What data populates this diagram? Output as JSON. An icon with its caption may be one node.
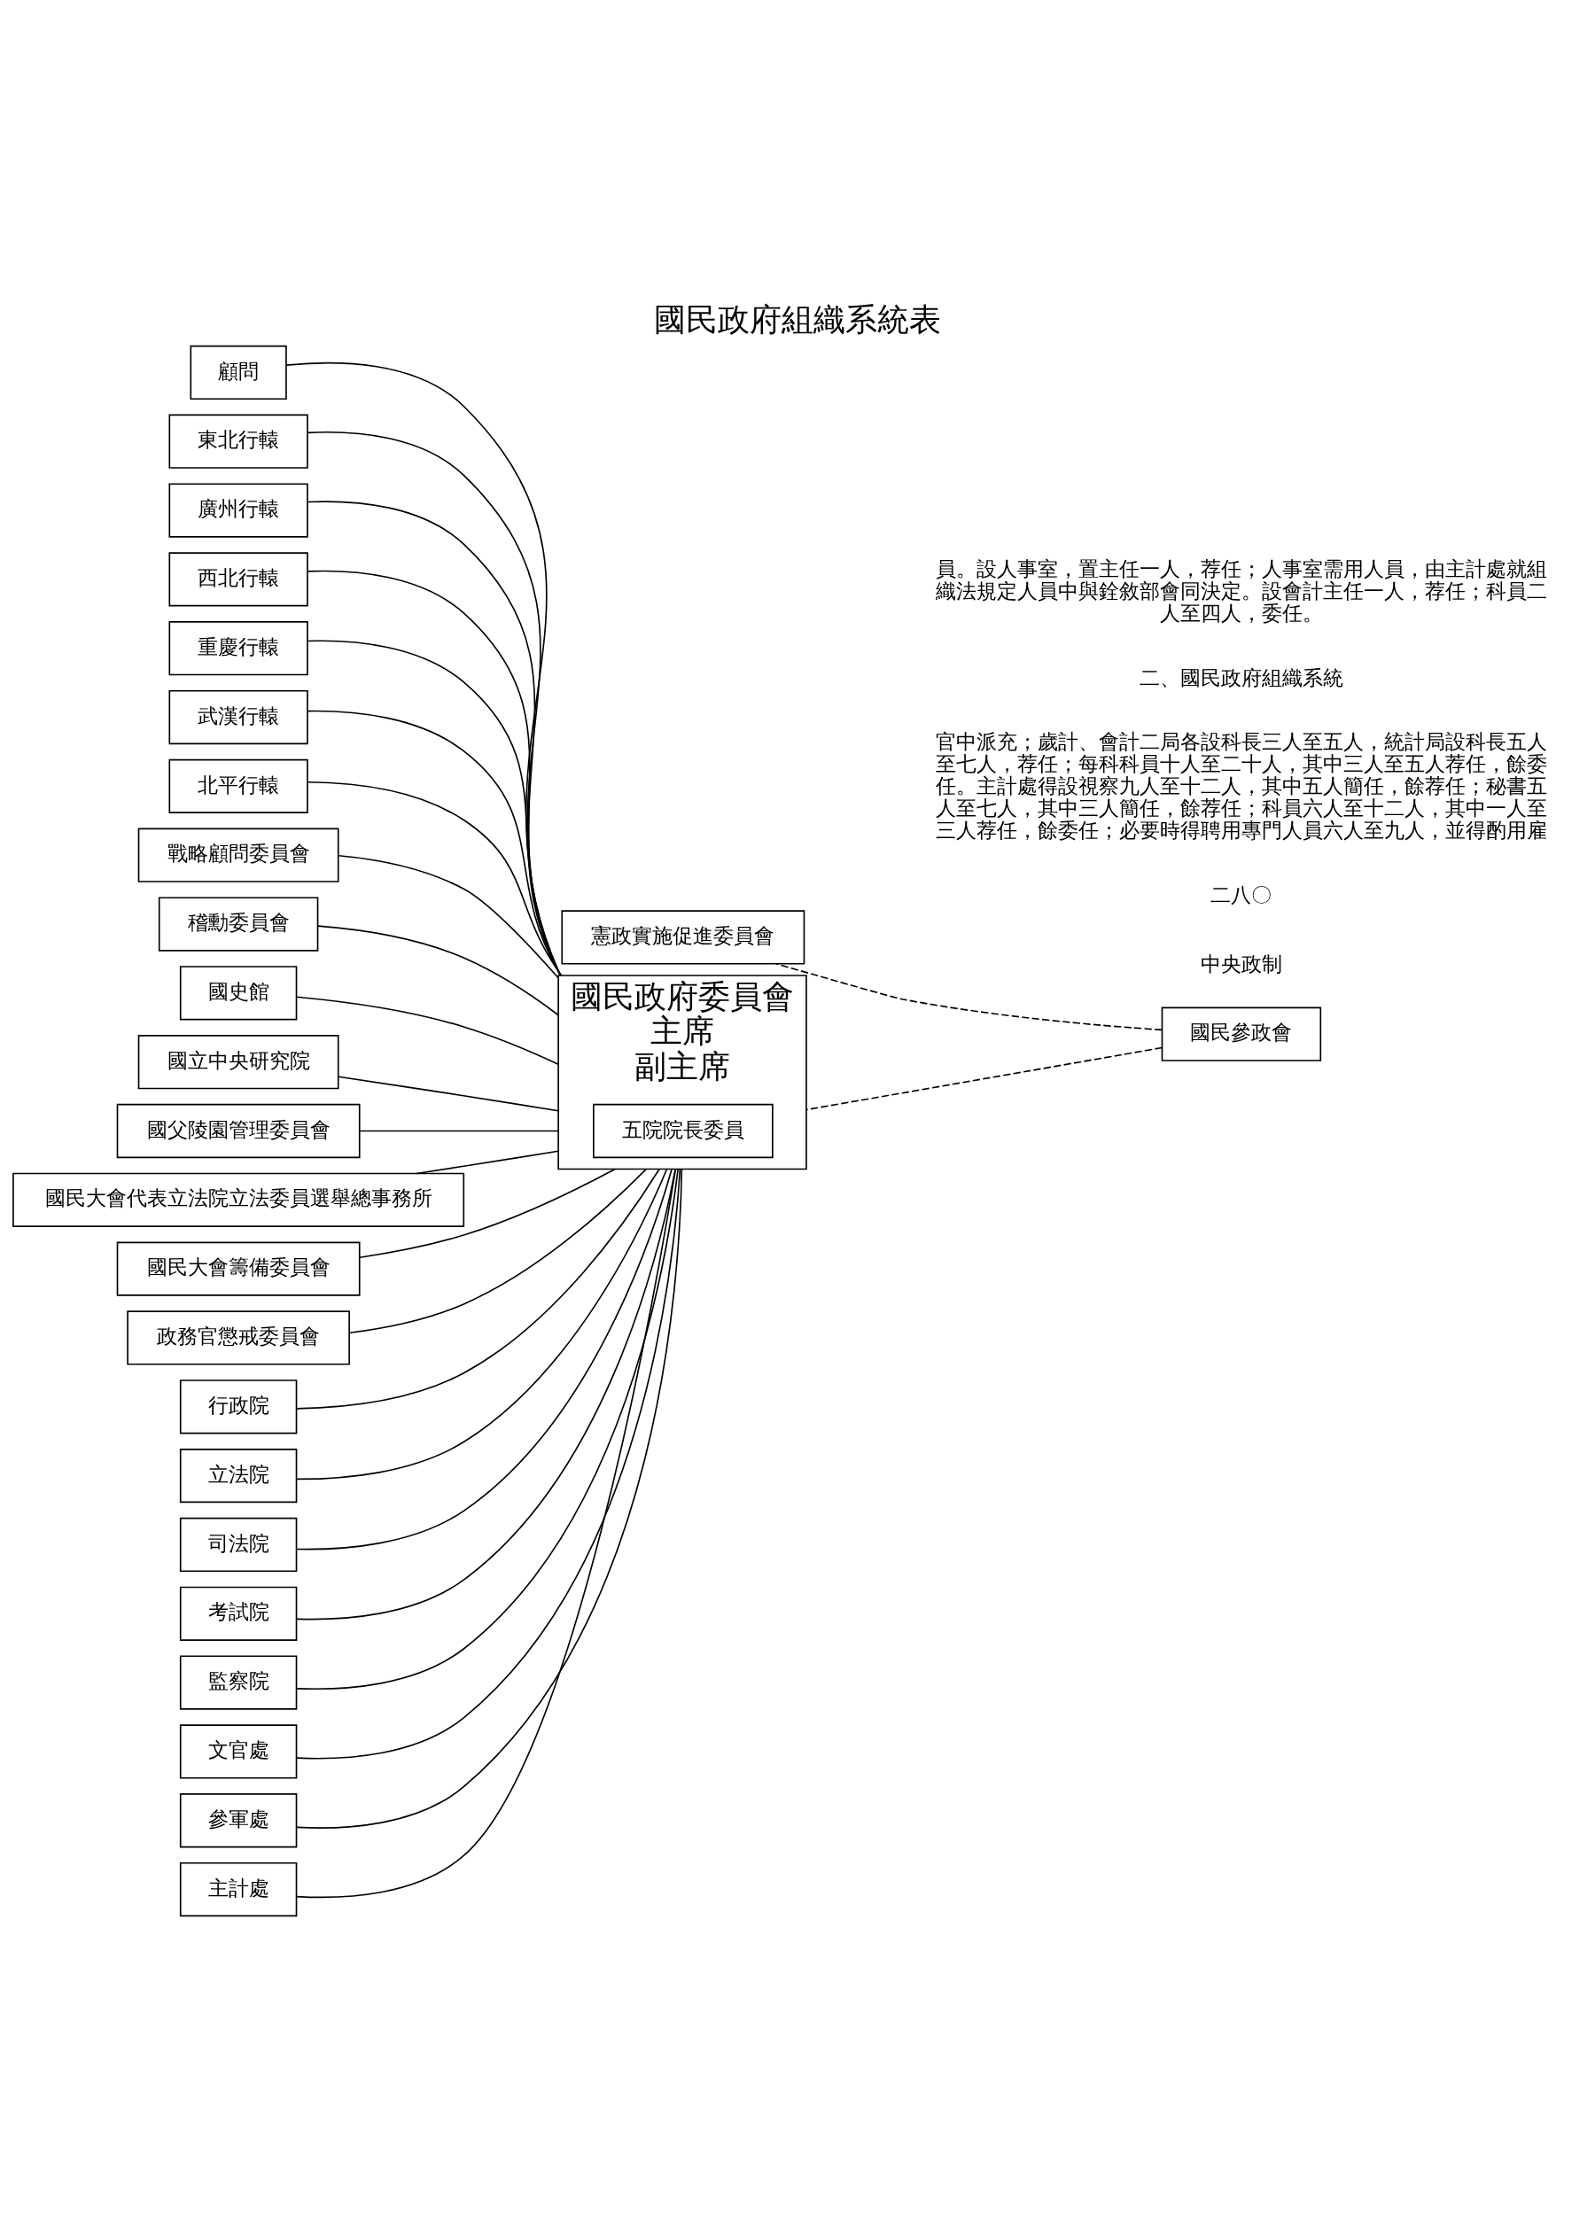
{
  "diagram": {
    "title": "國民政府組織系統表",
    "nodes": [
      {
        "text": [
          "國民參政會"
        ]
      },
      {
        "text": [
          "憲政實施促進委員會"
        ]
      },
      {
        "text": [
          "國民政府委員會",
          "主席",
          "副主席"
        ]
      },
      {
        "text": [
          "五院院長委員"
        ],
        "in": 2
      },
      {
        "text": [
          "顧問"
        ]
      },
      {
        "text": [
          "東北行轅"
        ]
      },
      {
        "text": [
          "廣州行轅"
        ]
      },
      {
        "text": [
          "西北行轅"
        ]
      },
      {
        "text": [
          "重慶行轅"
        ]
      },
      {
        "text": [
          "武漢行轅"
        ]
      },
      {
        "text": [
          "北平行轅"
        ]
      },
      {
        "text": [
          "戰略顧問委員會"
        ]
      },
      {
        "text": [
          "稽勳委員會"
        ]
      },
      {
        "text": [
          "國史館"
        ]
      },
      {
        "text": [
          "國立中央研究院"
        ]
      },
      {
        "text": [
          "國父陵園管理委員會"
        ]
      },
      {
        "text": [
          "國民大會代表立法院立法委員選舉總事務所"
        ]
      },
      {
        "text": [
          "國民大會籌備委員會"
        ]
      },
      {
        "text": [
          "政務官懲戒委員會"
        ]
      },
      {
        "text": [
          "行政院"
        ]
      },
      {
        "text": [
          "立法院"
        ]
      },
      {
        "text": [
          "司法院"
        ]
      },
      {
        "text": [
          "考試院"
        ]
      },
      {
        "text": [
          "監察院"
        ]
      },
      {
        "text": [
          "文官處"
        ]
      },
      {
        "text": [
          "參軍處"
        ]
      },
      {
        "text": [
          "主計處"
        ]
      }
    ],
    "edges": [
      {
        "from": 0,
        "to": 1,
        "arrow": "none",
        "style": "dashed"
      },
      {
        "from": 0,
        "to": 2,
        "arrow": "none",
        "style": "dashed"
      },
      {
        "from": 2,
        "to": 4,
        "arrow": "none"
      },
      {
        "from": 2,
        "to": 5,
        "arrow": "none"
      },
      {
        "from": 2,
        "to": 6,
        "arrow": "none"
      },
      {
        "from": 2,
        "to": 7,
        "arrow": "none"
      },
      {
        "from": 2,
        "to": 8,
        "arrow": "none"
      },
      {
        "from": 2,
        "to": 9,
        "arrow": "none"
      },
      {
        "from": 2,
        "to": 10,
        "arrow": "none"
      },
      {
        "from": 2,
        "to": 11,
        "arrow": "none"
      },
      {
        "from": 2,
        "to": 12,
        "arrow": "none"
      },
      {
        "from": 2,
        "to": 13,
        "arrow": "none"
      },
      {
        "from": 2,
        "to": 14,
        "arrow": "none"
      },
      {
        "from": 2,
        "to": 15,
        "arrow": "none"
      },
      {
        "from": 2,
        "to": 16,
        "arrow": "none"
      },
      {
        "from": 2,
        "to": 17,
        "arrow": "none"
      },
      {
        "from": 2,
        "to": 18,
        "arrow": "none"
      },
      {
        "from": 2,
        "to": 19,
        "arrow": "none"
      },
      {
        "from": 2,
        "to": 20,
        "arrow": "none"
      },
      {
        "from": 2,
        "to": 21,
        "arrow": "none"
      },
      {
        "from": 2,
        "to": 22,
        "arrow": "none"
      },
      {
        "from": 2,
        "to": 23,
        "arrow": "none"
      },
      {
        "from": 2,
        "to": 24,
        "arrow": "none"
      },
      {
        "from": 2,
        "to": 25,
        "arrow": "none"
      },
      {
        "from": 2,
        "to": 26,
        "arrow": "none"
      }
    ],
    "labels": [
      "中央政制",
      "二八〇",
      "官中派充；歲計、會計二局各設科長三人至五人，統計局設科長五人至七人，荐任；每科科員十人至二十人，其中三人至五人荐任，餘委任。主計處得設視察九人至十二人，其中五人簡任，餘荐任；秘書五人至七人，其中三人簡任，餘荐任；科員六人至十二人，其中一人至三人荐任，餘委任；必要時得聘用專門人員六人至九人，並得酌用雇",
      "二、國民政府組織系統",
      "員。設人事室，置主任一人，荐任；人事室需用人員，由主計處就組織法規定人員中與銓敘部會同決定。設會計主任一人，荐任；科員二人至四人，委任。"
    ]
  }
}
